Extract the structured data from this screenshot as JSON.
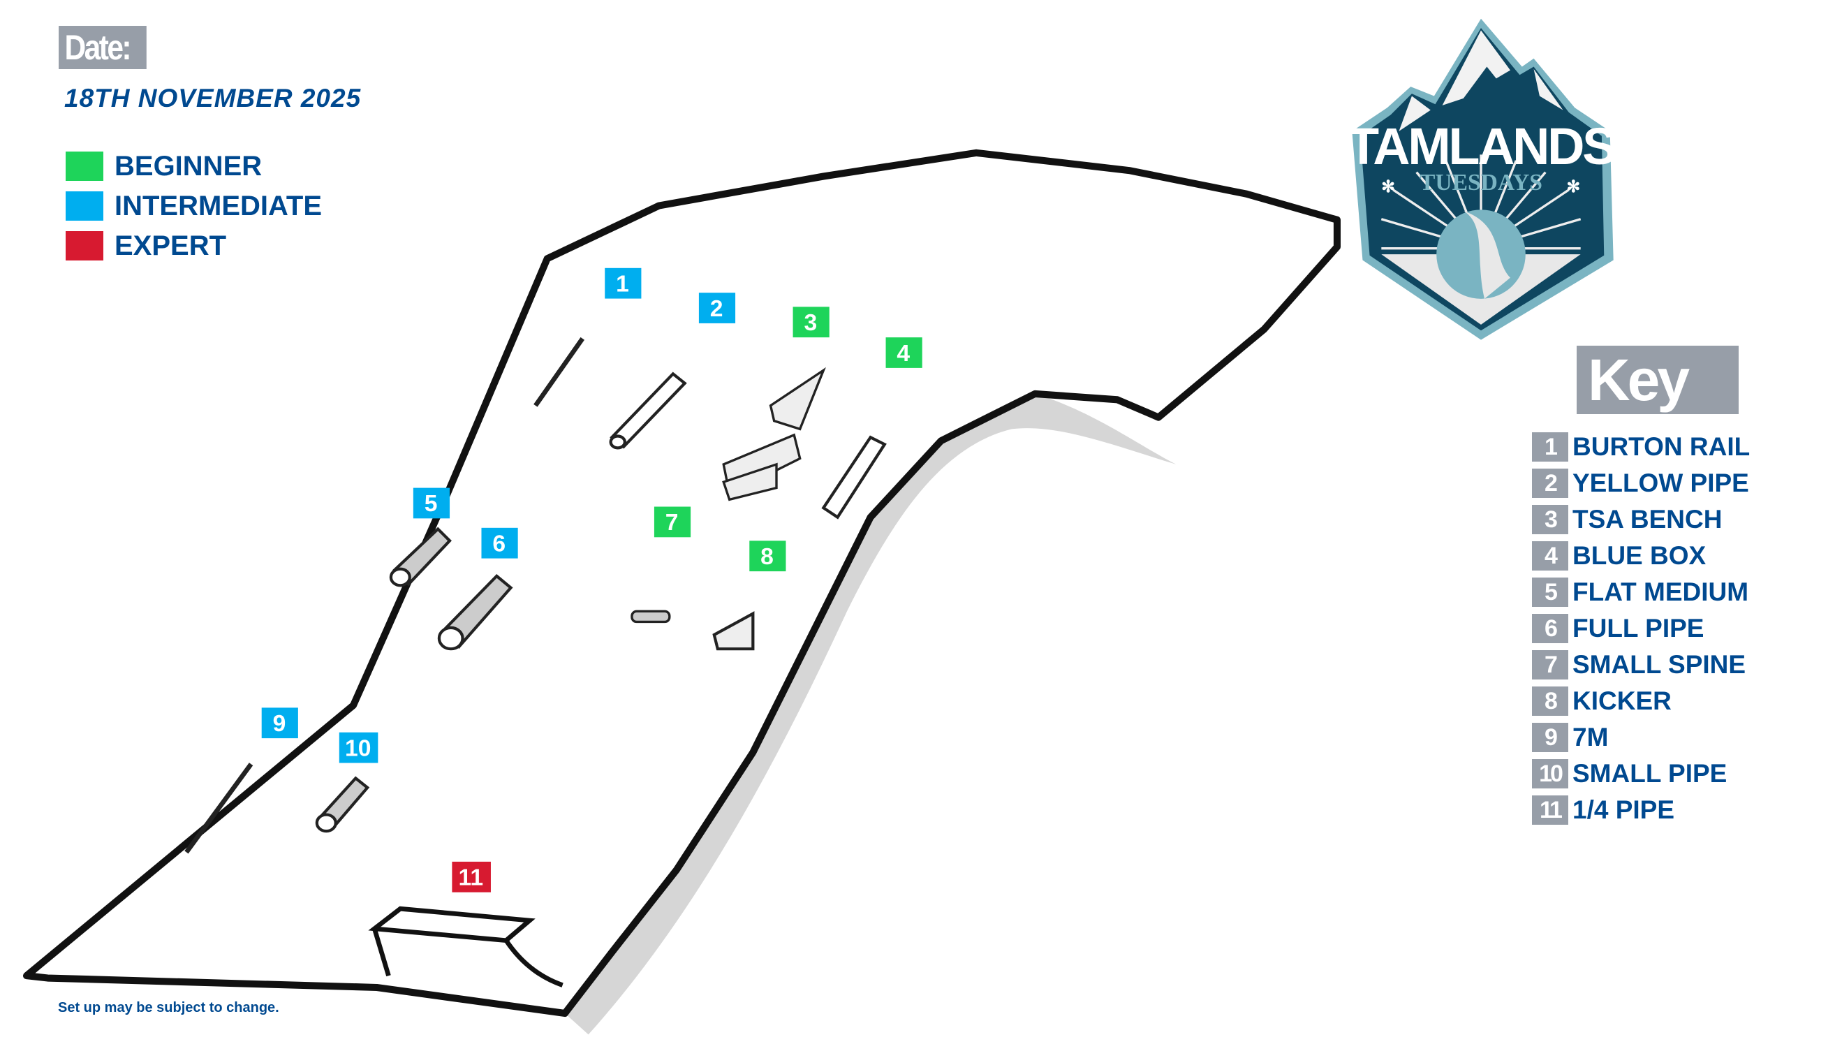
{
  "header": {
    "date_label": "Date:",
    "date_value": "18TH NOVEMBER 2025"
  },
  "legend": [
    {
      "label": "BEGINNER",
      "color": "#1ed45a"
    },
    {
      "label": "INTERMEDIATE",
      "color": "#00aeef"
    },
    {
      "label": "EXPERT",
      "color": "#d71a30"
    }
  ],
  "logo": {
    "title": "TAMLANDS",
    "subtitle": "TUESDAYS",
    "dark": "#0e4660",
    "light": "#7ab4c2"
  },
  "key": {
    "title": "Key",
    "items": [
      {
        "num": "1",
        "label": "BURTON RAIL",
        "level": "intermediate"
      },
      {
        "num": "2",
        "label": "YELLOW PIPE",
        "level": "intermediate"
      },
      {
        "num": "3",
        "label": "TSA BENCH",
        "level": "beginner"
      },
      {
        "num": "4",
        "label": "BLUE BOX",
        "level": "beginner"
      },
      {
        "num": "5",
        "label": "FLAT MEDIUM",
        "level": "intermediate"
      },
      {
        "num": "6",
        "label": "FULL PIPE",
        "level": "intermediate"
      },
      {
        "num": "7",
        "label": "SMALL SPINE",
        "level": "beginner"
      },
      {
        "num": "8",
        "label": "KICKER",
        "level": "beginner"
      },
      {
        "num": "9",
        "label": "7M",
        "level": "intermediate"
      },
      {
        "num": "10",
        "label": "SMALL PIPE",
        "level": "intermediate"
      },
      {
        "num": "11",
        "label": "1/4 PIPE",
        "level": "expert"
      }
    ]
  },
  "footer": {
    "note": "Set up may be subject to change."
  }
}
